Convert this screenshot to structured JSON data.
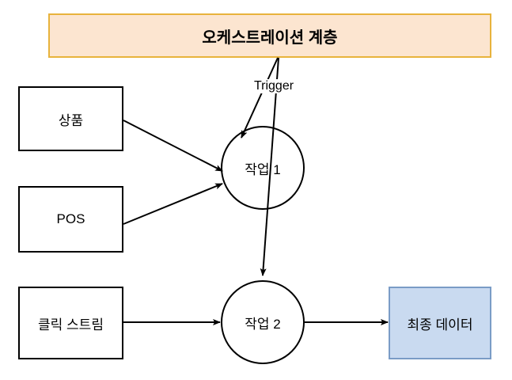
{
  "diagram": {
    "type": "flow-diagram",
    "background": "#ffffff",
    "nodes": {
      "orchestration": {
        "label": "오케스트레이션 계층",
        "shape": "rectangle",
        "fill": "#FCE5D0",
        "stroke": "#E8B33C"
      },
      "product": {
        "label": "상품",
        "shape": "rectangle",
        "fill": "#FFFFFF",
        "stroke": "#000000"
      },
      "pos": {
        "label": "POS",
        "shape": "rectangle",
        "fill": "#FFFFFF",
        "stroke": "#000000"
      },
      "clickstream": {
        "label": "클릭 스트림",
        "shape": "rectangle",
        "fill": "#FFFFFF",
        "stroke": "#000000"
      },
      "task1": {
        "label": "작업 1",
        "shape": "circle",
        "fill": "#FFFFFF",
        "stroke": "#000000"
      },
      "task2": {
        "label": "작업 2",
        "shape": "circle",
        "fill": "#FFFFFF",
        "stroke": "#000000"
      },
      "final_data": {
        "label": "최종 데이터",
        "shape": "rectangle",
        "fill": "#C9DAF0",
        "stroke": "#7A9CC6"
      }
    },
    "edges": [
      {
        "from": "orchestration",
        "to": "task1",
        "label": "Trigger",
        "style": "solid-arrow"
      },
      {
        "from": "orchestration",
        "to": "task2",
        "label": "",
        "style": "solid-arrow"
      },
      {
        "from": "product",
        "to": "task1",
        "label": "",
        "style": "solid-arrow"
      },
      {
        "from": "pos",
        "to": "task1",
        "label": "",
        "style": "solid-arrow"
      },
      {
        "from": "clickstream",
        "to": "task2",
        "label": "",
        "style": "solid-arrow"
      },
      {
        "from": "task2",
        "to": "final_data",
        "label": "",
        "style": "solid-arrow"
      }
    ]
  }
}
